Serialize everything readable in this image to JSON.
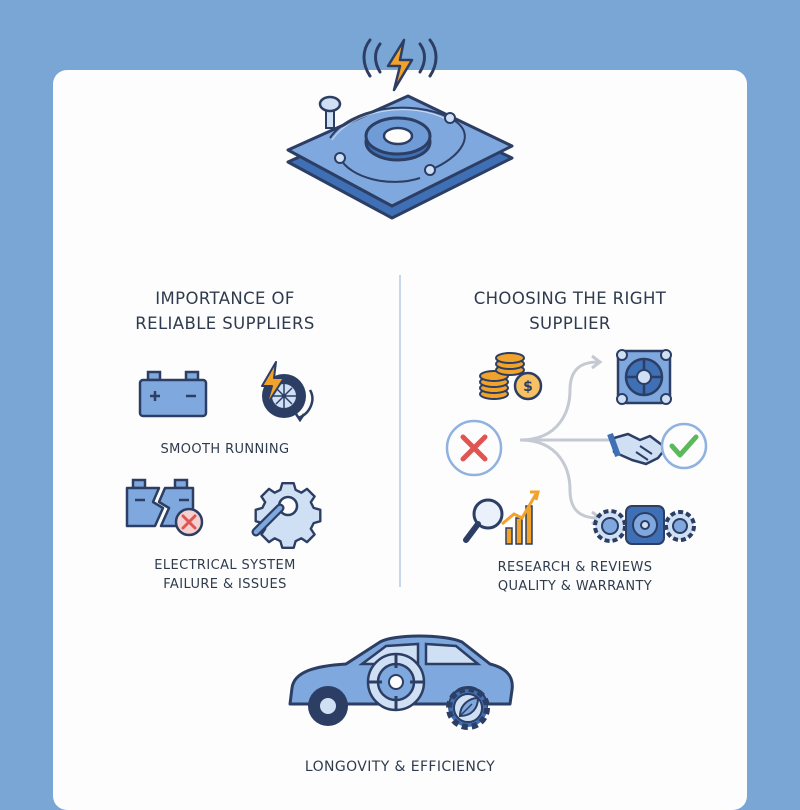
{
  "colors": {
    "background": "#7aa6d6",
    "card": "#fdfdfe",
    "accent_blue": "#5b8ed0",
    "outline": "#2c3e63",
    "warning_orange": "#f0a22b",
    "error_red": "#e05454",
    "check_green": "#5cb85c"
  },
  "left_section": {
    "title_line1": "IMPORTANCE OF",
    "title_line2": "RELIABLE SUPPLIERS",
    "caption_smooth": "SMOOTH RUNNING",
    "caption_failure_line1": "ELECTRICAL SYSTEM",
    "caption_failure_line2": "FAILURE & ISSUES",
    "icons": [
      "battery-icon",
      "lightning-tire-icon",
      "broken-battery-icon",
      "wrench-gear-icon"
    ]
  },
  "right_section": {
    "title_line1": "CHOOSING THE RIGHT",
    "title_line2": "SUPPLIER",
    "caption_line1": "RESEARCH & REVIEWS",
    "caption_line2": "QUALITY & WARRANTY",
    "icons": [
      "coins-icon",
      "alternator-icon",
      "cross-icon",
      "handshake-check-icon",
      "magnifier-chart-icon",
      "gears-icon"
    ]
  },
  "footer": {
    "caption": "LONGOVITY & EFFICIENCY",
    "icons": [
      "car-icon",
      "eco-gear-icon"
    ]
  },
  "hero": {
    "icons": [
      "circuit-board-icon",
      "lightning-icon"
    ]
  }
}
